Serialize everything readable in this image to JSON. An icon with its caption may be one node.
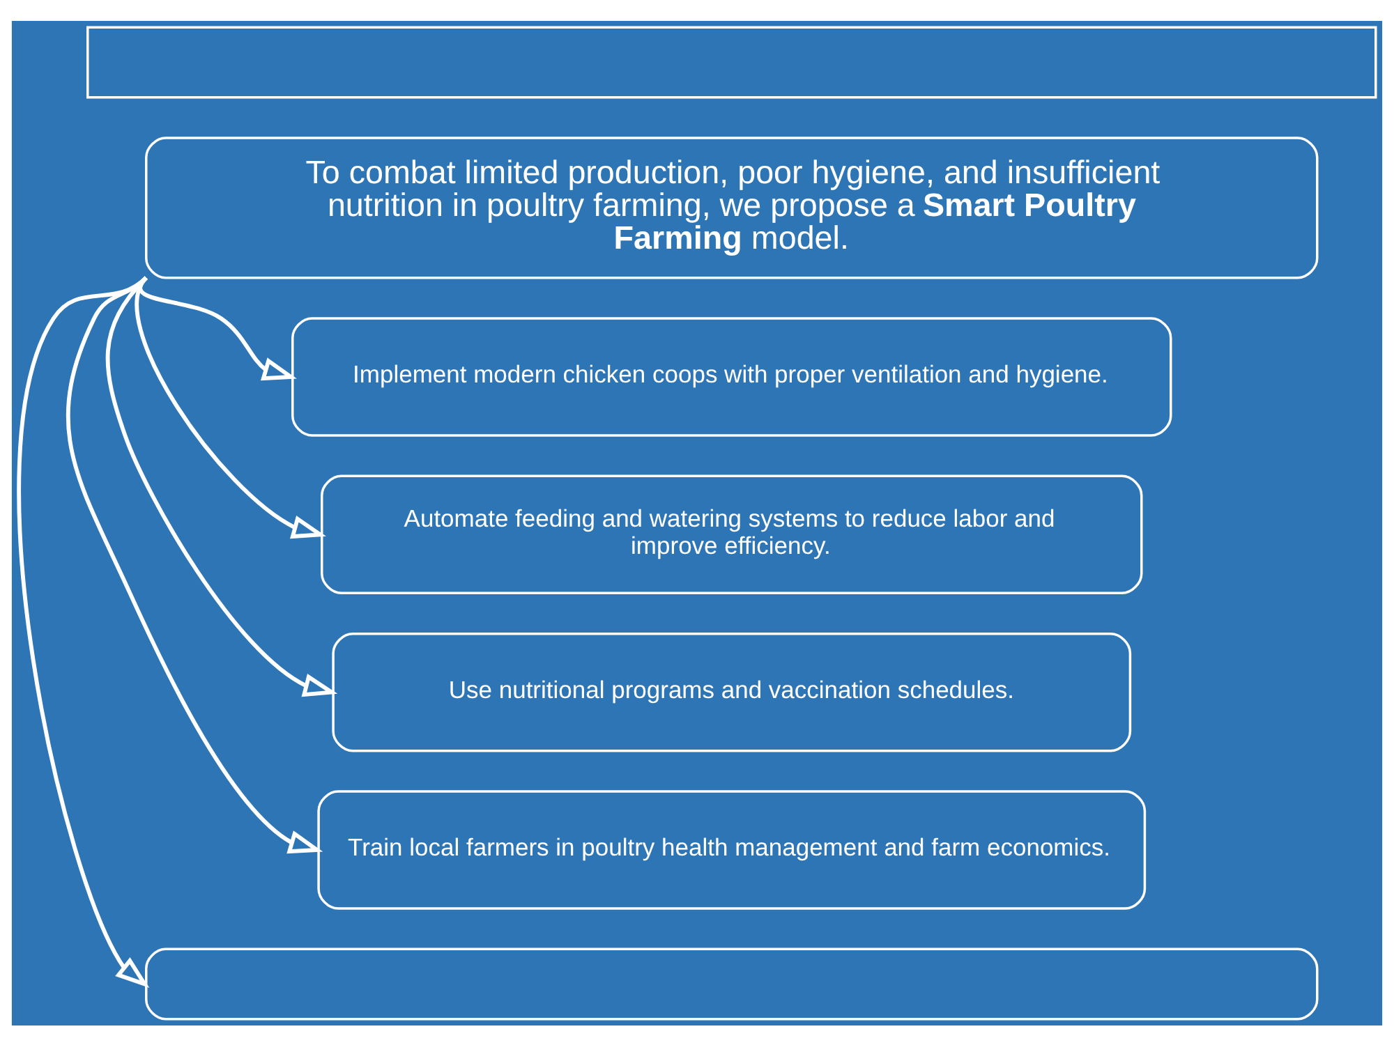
{
  "diagram": {
    "nodes": [
      {
        "text": [],
        "shape": "box"
      },
      {
        "text": [
          "To combat limited production, poor hygiene, and insufficient nutrition in poultry farming, we propose a **Smart Poultry Farming** model."
        ]
      },
      {
        "text": [
          "Implement modern chicken coops with proper ventilation and hygiene."
        ]
      },
      {
        "text": [
          "Automate feeding and watering systems to reduce labor and improve efficiency."
        ]
      },
      {
        "text": [
          "Use nutritional programs and vaccination schedules."
        ]
      },
      {
        "text": [
          "Train local farmers in poultry health management and farm economics."
        ]
      },
      {
        "text": [],
        "shape": "box"
      }
    ],
    "edges": [
      {
        "from": 1,
        "to": 2,
        "arrow": "to"
      },
      {
        "from": 1,
        "to": 3,
        "arrow": "to"
      },
      {
        "from": 1,
        "to": 4,
        "arrow": "to"
      },
      {
        "from": 1,
        "to": 5,
        "arrow": "to"
      },
      {
        "from": 1,
        "to": 6,
        "arrow": "to"
      }
    ]
  }
}
